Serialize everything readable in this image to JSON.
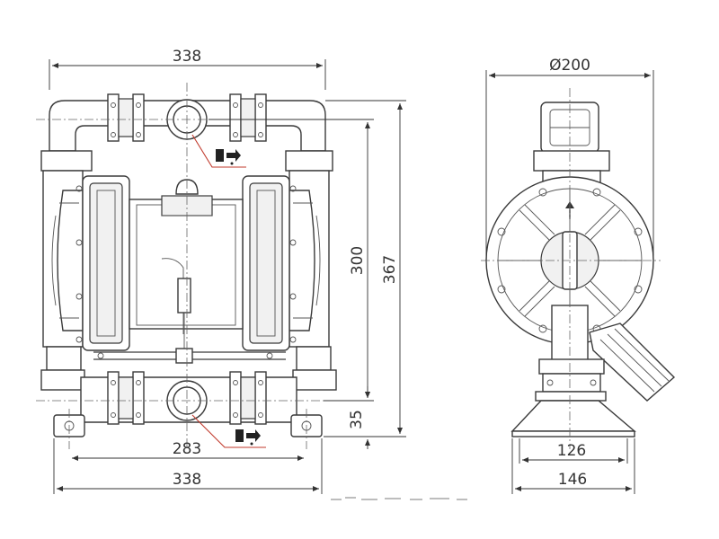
{
  "front_view": {
    "dim_top_width": "338",
    "dim_bottom_width": "338",
    "dim_foot_spacing": "283",
    "dim_height_inlet": "300",
    "dim_height_total": "367",
    "dim_outlet_base": "35"
  },
  "side_view": {
    "dim_diameter": "Ø200",
    "dim_base_inner": "126",
    "dim_base_outer": "146"
  },
  "icons": {
    "outlet_symbol": "liquid-outlet-icon",
    "inlet_symbol": "liquid-inlet-icon",
    "flow_arrow": "arrow-up-icon"
  }
}
